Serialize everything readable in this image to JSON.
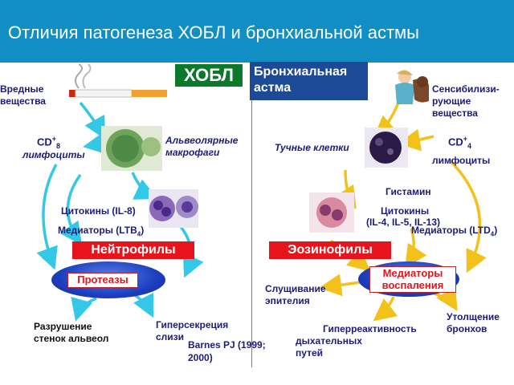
{
  "title": "Отличия патогенеза ХОБЛ и бронхиальной астмы",
  "headers": {
    "copd": "ХОБЛ",
    "asthma_line1": "Бронхиальная",
    "asthma_line2": "астма"
  },
  "copd": {
    "harmful_line1": "Вредные",
    "harmful_line2": "вещества",
    "cd8": "CD",
    "cd8_sup": "+",
    "cd8_sub": "8",
    "lymphocytes": "лимфоциты",
    "macrophages_line1": "Альвеолярные",
    "macrophages_line2": "макрофаги",
    "cytokines": "Цитокины (IL-8)",
    "mediators": "Медиаторы (LTB",
    "mediators_sub": "4",
    "mediators_close": ")",
    "neutrophils": "Нейтрофилы",
    "proteases": "Протеазы",
    "alveolar_line1": "Разрушение",
    "alveolar_line2": "стенок альвеол",
    "mucus_line1": "Гиперсекреция",
    "mucus_line2": "слизи"
  },
  "asthma": {
    "sensitizers_line1": "Сенсибилизи-",
    "sensitizers_line2": "рующие",
    "sensitizers_line3": "вещества",
    "cd4": "CD",
    "cd4_sup": "+",
    "cd4_sub": "4",
    "lymphocytes": "лимфоциты",
    "mast_cells": "Тучные клетки",
    "histamine": "Гистамин",
    "cytokines_line1": "Цитокины",
    "cytokines_line2": "(IL-4, IL-5, IL-13)",
    "mediators": "Медиаторы (LTD",
    "mediators_sub": "4",
    "mediators_close": ")",
    "eosinophils": "Эозинофилы",
    "inflammation_line1": "Медиаторы",
    "inflammation_line2": "воспаления",
    "shedding_line1": "Слущивание",
    "shedding_line2": "эпителия",
    "thickening_line1": "Утолщение",
    "thickening_line2": "бронхов",
    "hyper_line1": "Гиперреактивность",
    "hyper_line2": "дыхательных",
    "hyper_line3": "путей"
  },
  "citation_line1": "Barnes PJ (1999;",
  "citation_line2": "2000)",
  "colors": {
    "title_bar": "#118fc4",
    "copd_header": "#0a7a2a",
    "asthma_header": "#1c4a97",
    "red": "#e8141c",
    "arrow_cyan": "#33c8e8",
    "arrow_yellow": "#f2c21a",
    "text_navy": "#1b1b7a"
  }
}
